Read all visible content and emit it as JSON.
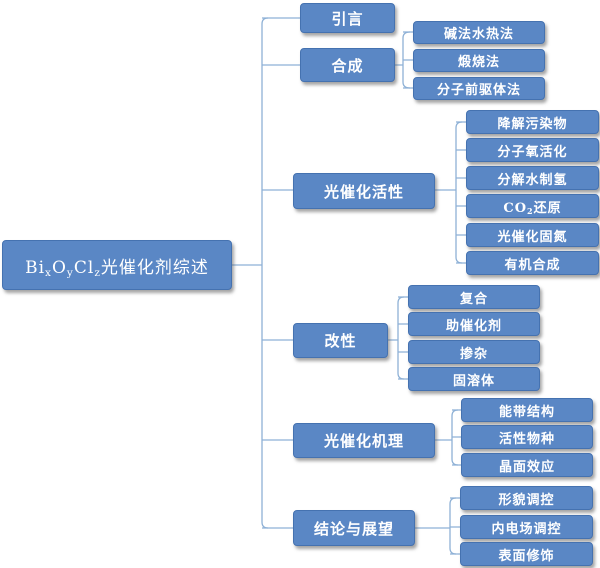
{
  "root": {
    "parts": [
      "Bi",
      "x",
      "O",
      "y",
      "Cl",
      "z",
      "光催化剂综述"
    ]
  },
  "sections": [
    {
      "label": "引言",
      "children": []
    },
    {
      "label": "合成",
      "children": [
        "碱法水热法",
        "煅烧法",
        "分子前驱体法"
      ]
    },
    {
      "label": "光催化活性",
      "children": [
        "降解污染物",
        "分子氧活化",
        "分解水制氢",
        {
          "parts": [
            "CO",
            "2",
            "还原"
          ]
        },
        "光催化固氮",
        "有机合成"
      ]
    },
    {
      "label": "改性",
      "children": [
        "复合",
        "助催化剂",
        "掺杂",
        "固溶体"
      ]
    },
    {
      "label": "光催化机理",
      "children": [
        "能带结构",
        "活性物种",
        "晶面效应"
      ]
    },
    {
      "label": "结论与展望",
      "children": [
        "形貌调控",
        "内电场调控",
        "表面修饰"
      ]
    }
  ]
}
